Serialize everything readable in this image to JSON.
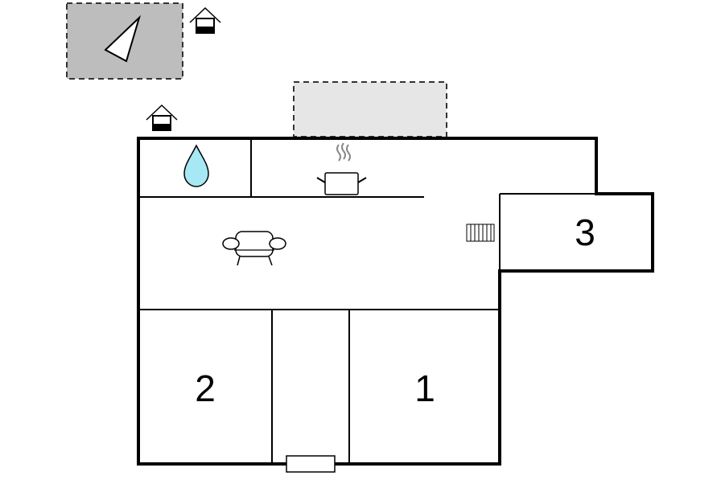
{
  "rooms": [
    {
      "id": "room-1",
      "label": "1"
    },
    {
      "id": "room-2",
      "label": "2"
    },
    {
      "id": "room-3",
      "label": "3"
    }
  ],
  "icons": [
    "compass-icon",
    "house-entrance-icon",
    "water-drop-icon",
    "cooking-pot-icon",
    "sofa-icon",
    "radiator-icon",
    "door-icon"
  ],
  "colors": {
    "wall": "#000000",
    "terrace_dark": "#bdbdbd",
    "terrace_light": "#e6e6e6",
    "water": "#a7e8f5"
  }
}
